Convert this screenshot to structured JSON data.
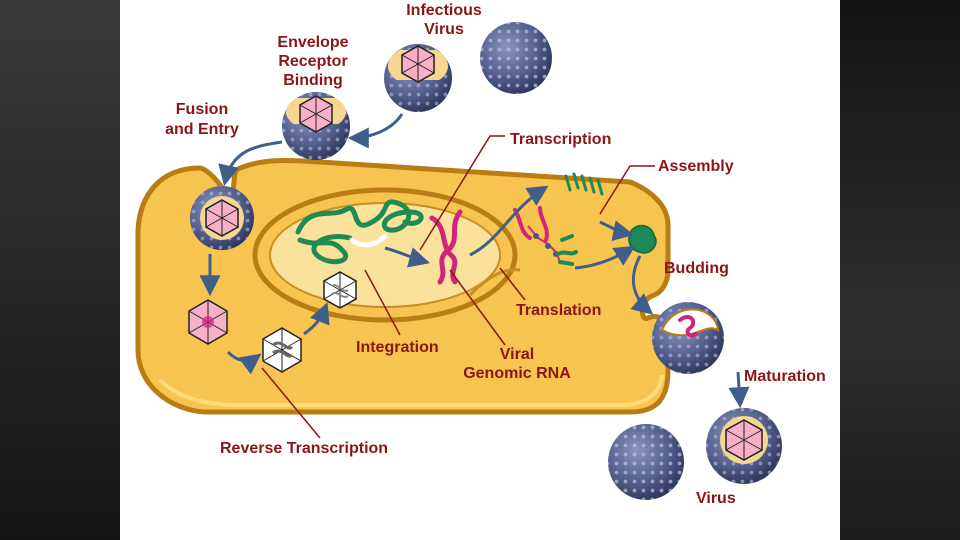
{
  "labels": {
    "infectious_virus_1": "Infectious",
    "infectious_virus_2": "Virus",
    "envelope_1": "Envelope",
    "envelope_2": "Receptor",
    "envelope_3": "Binding",
    "fusion_1": "Fusion",
    "fusion_2": "and Entry",
    "transcription": "Transcription",
    "assembly": "Assembly",
    "budding": "Budding",
    "translation": "Translation",
    "integration": "Integration",
    "viral_rna_1": "Viral",
    "viral_rna_2": "Genomic RNA",
    "maturation": "Maturation",
    "reverse_transcription": "Reverse Transcription",
    "virus": "Virus"
  },
  "colors": {
    "label": "#8a1616",
    "cytoplasm": "#f7c44f",
    "cell_outline": "#b97d14",
    "nucleus": "#fbe29a",
    "virion": "#505c88",
    "virion_core": "#f5d792",
    "arrow": "#3f5f8a",
    "rna": "#d0257a",
    "dna": "#1e8a55"
  }
}
